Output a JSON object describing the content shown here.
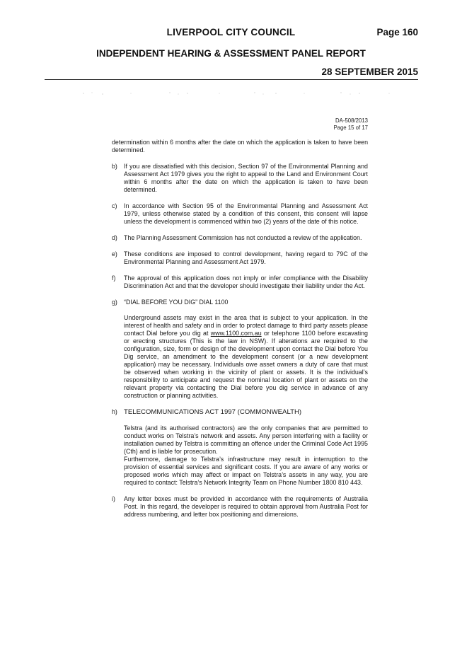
{
  "header": {
    "organization": "LIVERPOOL CITY COUNCIL",
    "page_number": "Page 160",
    "report_title": "INDEPENDENT HEARING & ASSESSMENT PANEL REPORT",
    "date": "28 SEPTEMBER 2015"
  },
  "reference": {
    "da_number": "DA-508/2013",
    "page_of": "Page 15 of 17"
  },
  "body": {
    "continuation": "determination within 6 months after the date on which the application is taken to have been determined.",
    "items": [
      {
        "label": "b)",
        "text": "If you are dissatisfied with this decision, Section 97 of the Environmental Planning and Assessment Act 1979 gives you the right to appeal to the Land and Environment Court within 6 months after the date on which the application is taken to have been determined."
      },
      {
        "label": "c)",
        "text": "In accordance with Section 95 of the Environmental Planning and Assessment Act 1979, unless otherwise stated by a condition of this consent, this consent will lapse unless the development is commenced within two (2) years of the date of this notice."
      },
      {
        "label": "d)",
        "text": "The Planning Assessment Commission has not conducted a review of the application."
      },
      {
        "label": "e)",
        "text": "These conditions are imposed to control development, having regard to 79C of the Environmental Planning and Assessment Act 1979."
      },
      {
        "label": "f)",
        "text": "The approval of this application does not imply or infer compliance with the Disability Discrimination Act and that the developer should investigate their liability under the Act."
      }
    ],
    "item_g": {
      "label": "g)",
      "heading": "“DIAL BEFORE YOU DIG”  DIAL 1100",
      "text_before_link": "Underground assets may exist in the area that is subject to your application. In the interest of health and safety and in order to protect damage to third party assets please contact Dial before you dig at ",
      "link": "www.1100.com.au",
      "text_after_link": " or telephone 1100 before excavating or erecting structures (This is the law in NSW). If alterations are required to the configuration, size, form or design of the development upon contact the Dial before You Dig service, an amendment to the development consent (or a new development application) may be necessary. Individuals owe asset owners a duty of care that must be observed when working in the vicinity of plant or assets. It is the individual’s responsibility to anticipate and request the nominal location of plant or assets on the relevant property via contacting the Dial before you dig service in advance of any construction or planning activities."
    },
    "item_h": {
      "label": "h)",
      "heading": "TELECOMMUNICATIONS ACT 1997 (COMMONWEALTH)",
      "text_1": "Telstra (and its authorised contractors) are the only companies that are permitted to conduct works on Telstra’s network and assets. Any person interfering with a facility or installation owned by Telstra is committing an offence under the Criminal Code Act 1995 (Cth) and is liable for prosecution.",
      "text_2": "Furthermore, damage to Telstra’s infrastructure may result in interruption to the provision of essential services and significant costs. If you are aware of any works or proposed works which may affect or impact on Telstra’s assets in any way, you are required to contact: Telstra’s Network Integrity Team on Phone Number 1800 810 443."
    },
    "item_i": {
      "label": "i)",
      "text": "Any letter boxes must be provided in accordance with the requirements of Australia Post. In this regard, the developer is required to obtain approval from Australia Post for address numbering, and letter box positioning and dimensions."
    }
  }
}
